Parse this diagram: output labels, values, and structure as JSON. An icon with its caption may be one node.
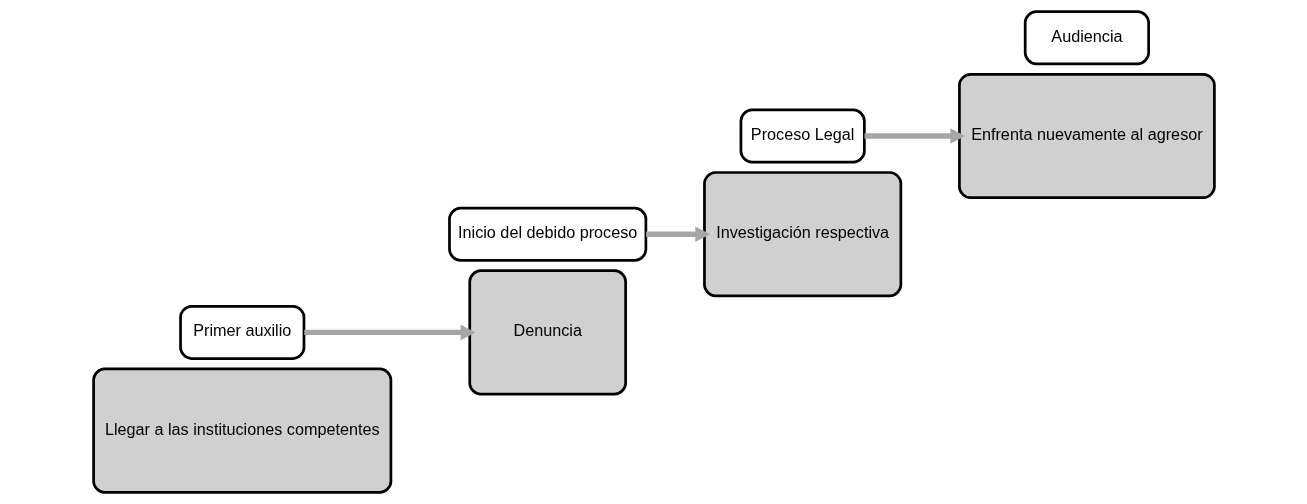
{
  "diagram": {
    "nodes": [
      {
        "text": [
          "Llegar a las instituciones competentes"
        ]
      },
      {
        "text": [
          "Primer auxilio"
        ]
      },
      {
        "text": [
          "Denuncia"
        ]
      },
      {
        "text": [
          "Inicio del debido proceso"
        ]
      },
      {
        "text": [
          "Investigación respectiva"
        ]
      },
      {
        "text": [
          "Proceso Legal"
        ]
      },
      {
        "text": [
          "Enfrenta nuevamente al agresor"
        ]
      },
      {
        "text": [
          "Audiencia"
        ]
      }
    ],
    "edges": [
      {
        "from": 1,
        "to": 2,
        "arrow": "to"
      },
      {
        "from": 3,
        "to": 4,
        "arrow": "to"
      },
      {
        "from": 5,
        "to": 6,
        "arrow": "to"
      }
    ]
  }
}
